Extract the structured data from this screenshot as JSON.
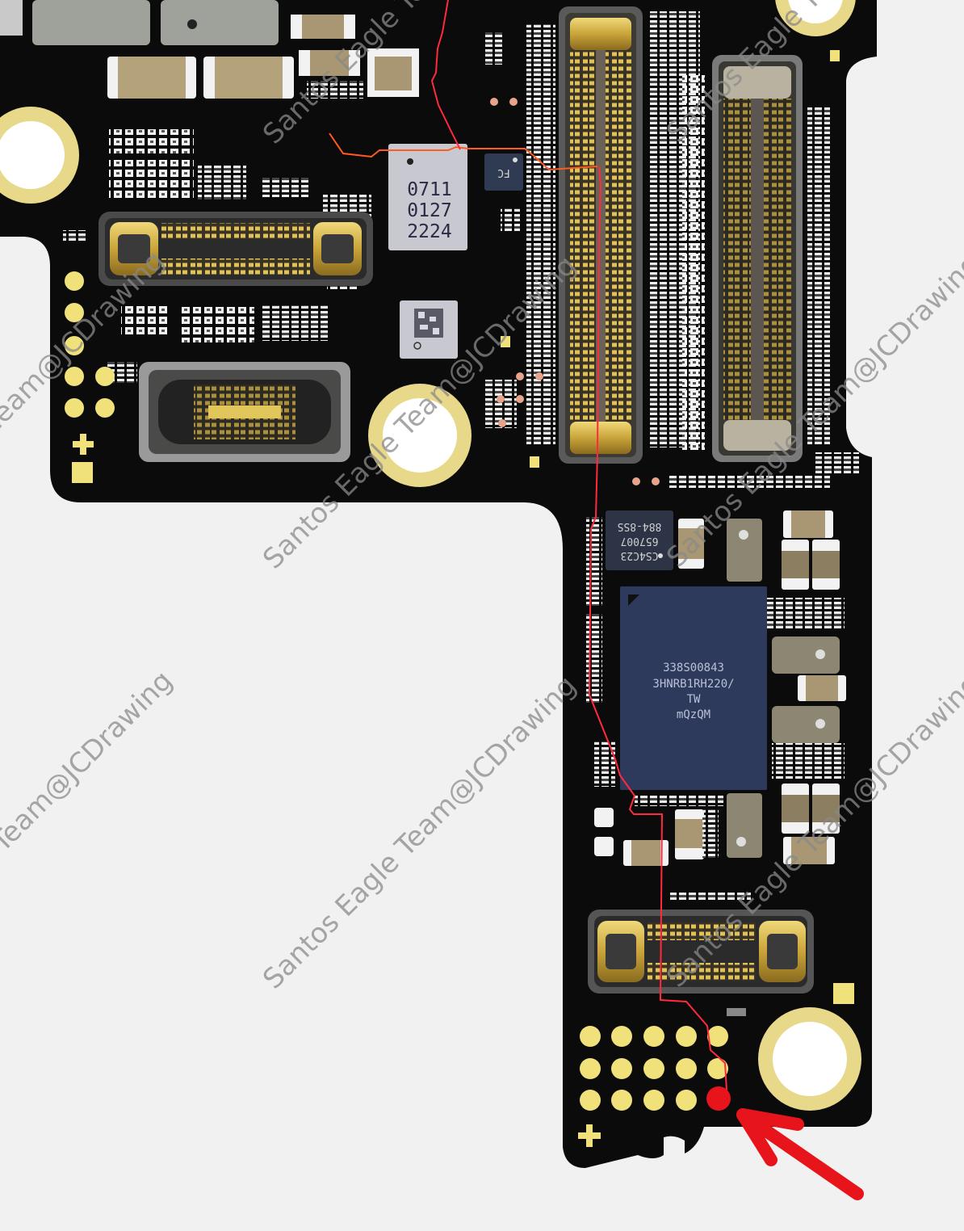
{
  "chips": {
    "u_left": {
      "lines": [
        "0711",
        "0127",
        "2224"
      ]
    },
    "u_small": {
      "text": "FC"
    },
    "u_cs": {
      "lines": [
        "CS4C23",
        "657007",
        "884-8SS"
      ]
    },
    "u_big": {
      "lines": [
        "338S00843",
        "3HNRB1RH220/",
        "TW",
        "mQzQM"
      ]
    }
  },
  "watermark": {
    "text": "Santos Eagle Team@JCDrawing"
  },
  "colors": {
    "board": "#0b0b0b",
    "trace": "#ff2a3c",
    "trace_orange": "#ff5a1f",
    "arrow": "#e8141c",
    "gold": "#e9d77a",
    "pad_yellow": "#f1e17a",
    "chip_blue": "#2e3a5c",
    "chip_grey": "#c8c8d0"
  },
  "icons": {
    "marker": "red-dot-icon",
    "pointer": "red-arrow-icon",
    "polarity": "plus-icon"
  }
}
